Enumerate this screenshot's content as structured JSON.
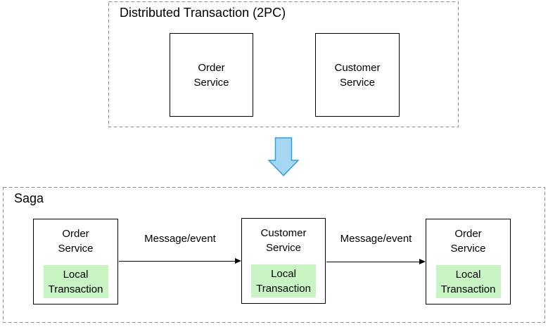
{
  "colors": {
    "dashed-border": "#8f8f8f",
    "node-border": "#000000",
    "local-transaction-fill": "#c8f4c4",
    "down-arrow-fill": "#a6d7f2",
    "down-arrow-stroke": "#2d9fe3"
  },
  "diagram": {
    "top_group": {
      "title": "Distributed Transaction (2PC)",
      "nodes": [
        {
          "label": "Order\nService"
        },
        {
          "label": "Customer\nService"
        }
      ]
    },
    "transition": {
      "arrow_direction": "down"
    },
    "bottom_group": {
      "title": "Saga",
      "nodes": [
        {
          "label": "Order\nService",
          "sublabel": "Local\nTransaction"
        },
        {
          "label": "Customer\nService",
          "sublabel": "Local\nTransaction"
        },
        {
          "label": "Order\nService",
          "sublabel": "Local\nTransaction"
        }
      ],
      "edges": [
        {
          "label": "Message/event"
        },
        {
          "label": "Message/event"
        }
      ]
    }
  }
}
